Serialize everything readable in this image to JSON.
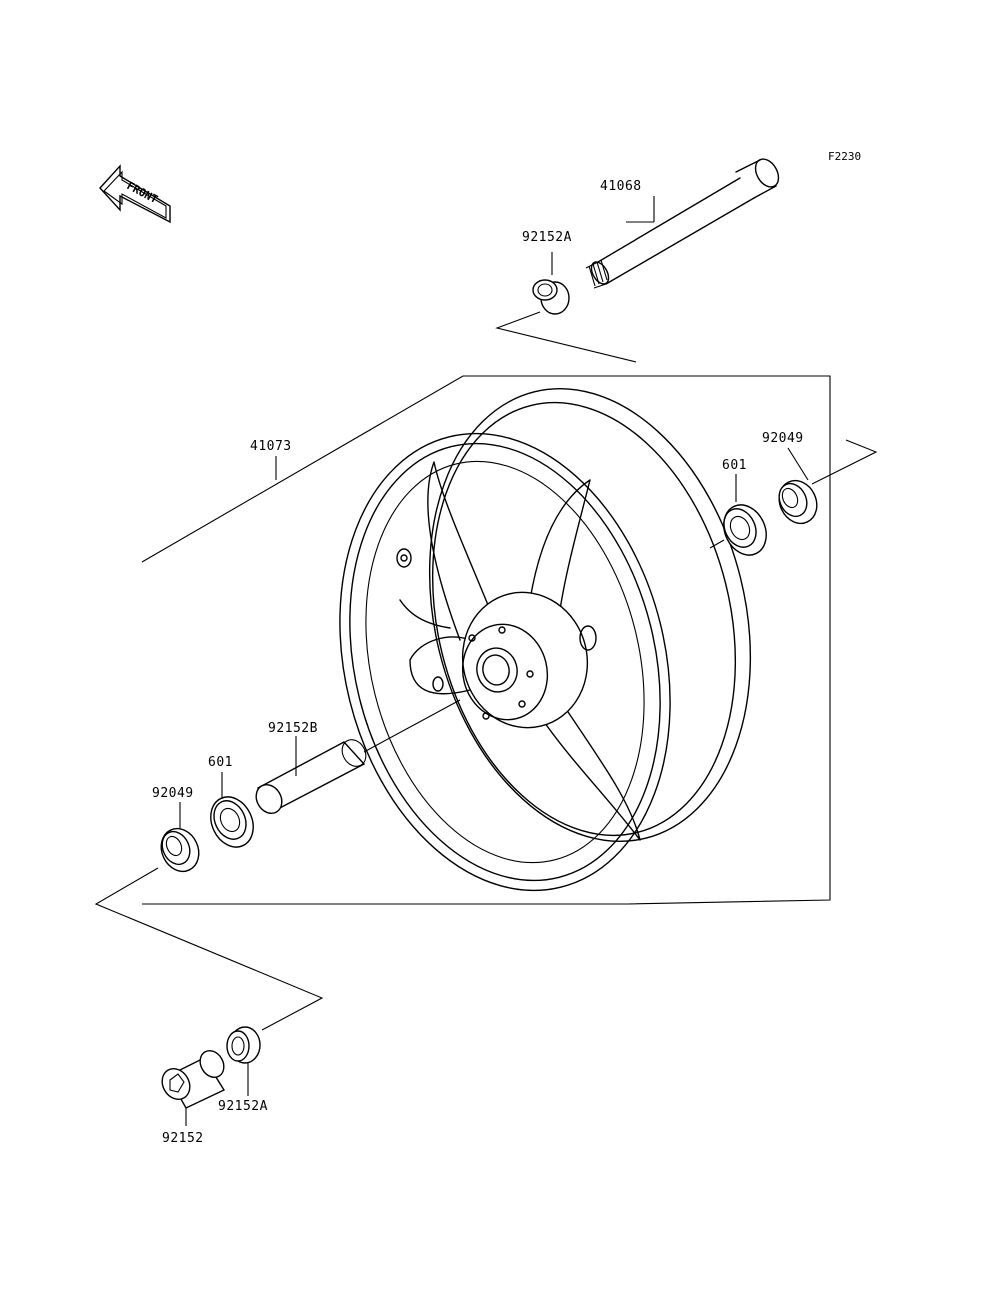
{
  "figure_ref": "F2230",
  "front_marker": "FRONT",
  "labels": {
    "axle": "41068",
    "collar_top": "92152A",
    "wheel": "41073",
    "seal_right": "92049",
    "bearing_right": "601",
    "spacer": "92152B",
    "bearing_left": "601",
    "seal_left": "92049",
    "collar_left": "92152",
    "collar_bottom": "92152A"
  }
}
